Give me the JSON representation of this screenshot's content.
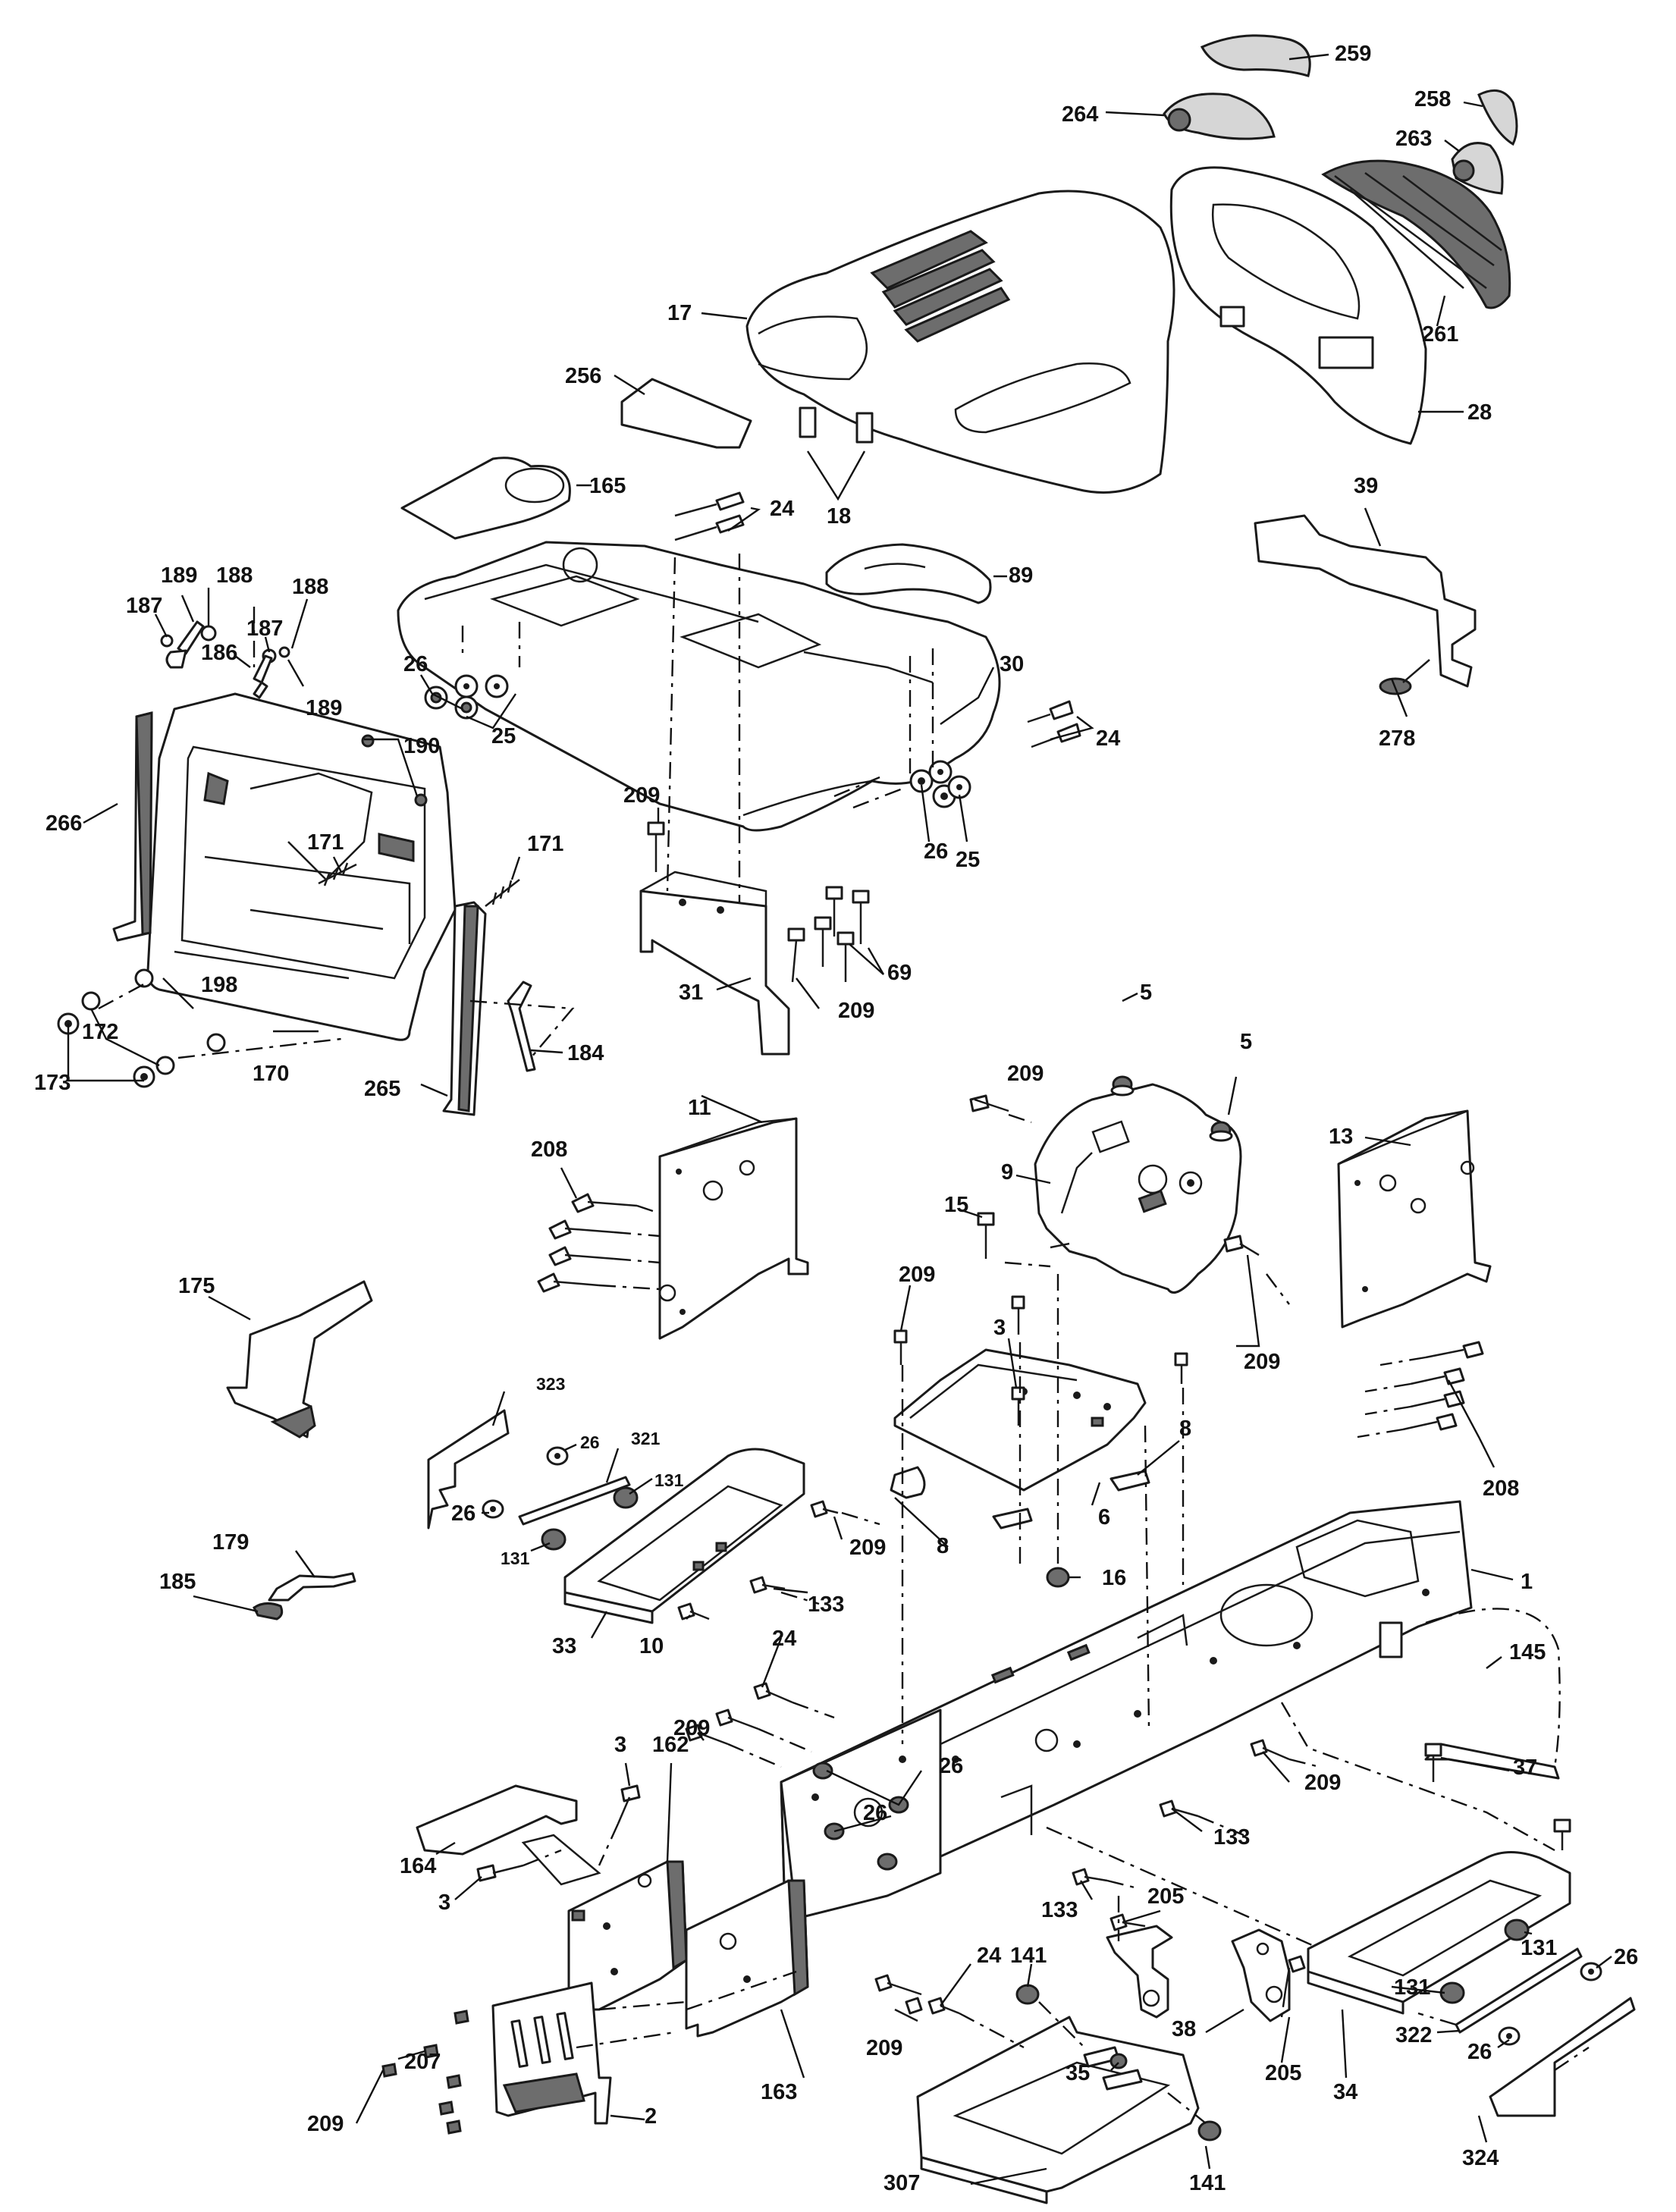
{
  "callouts": {
    "c259": "259",
    "c264": "264",
    "c258": "258",
    "c263": "263",
    "c17": "17",
    "c261": "261",
    "c256": "256",
    "c28": "28",
    "c18": "18",
    "c165": "165",
    "c24a": "24",
    "c39": "39",
    "c89": "89",
    "c189a": "189",
    "c188a": "188",
    "c187a": "187",
    "c188b": "188",
    "c186": "186",
    "c187b": "187",
    "c189b": "189",
    "c26a": "26",
    "c25a": "25",
    "c30": "30",
    "c24b": "24",
    "c278": "278",
    "c190": "190",
    "c266": "266",
    "c171a": "171",
    "c171b": "171",
    "c209a": "209",
    "c26b": "26",
    "c25b": "25",
    "c69": "69",
    "c198": "198",
    "c172": "172",
    "c173": "173",
    "c170": "170",
    "c31": "31",
    "c209b": "209",
    "c265": "265",
    "c184": "184",
    "c5a": "5",
    "c5b": "5",
    "c209c": "209",
    "c11": "11",
    "c208a": "208",
    "c9": "9",
    "c13": "13",
    "c15": "15",
    "c175": "175",
    "c209d": "209",
    "c3a": "3",
    "c209e": "209",
    "c323": "323",
    "c26c": "26",
    "c321": "321",
    "c131a": "131",
    "c26d": "26",
    "c8a": "8",
    "c208b": "208",
    "c131b": "131",
    "c6": "6",
    "c8b": "8",
    "c209f": "209",
    "c179": "179",
    "c185": "185",
    "c16": "16",
    "c1": "1",
    "c133a": "133",
    "c33": "33",
    "c10": "10",
    "c24c": "24",
    "c145": "145",
    "c209g": "209",
    "c37": "37",
    "c3b": "3",
    "c162": "162",
    "c26e": "26",
    "c26f": "26",
    "c209h": "209",
    "c164": "164",
    "c133b": "133",
    "c3c": "3",
    "c133c": "133",
    "c205a": "205",
    "c131c": "131",
    "c24d": "24",
    "c141a": "141",
    "c26g": "26",
    "c131d": "131",
    "c38": "38",
    "c205b": "205",
    "c322": "322",
    "c26h": "26",
    "c207": "207",
    "c209i": "209",
    "c209j": "209",
    "c35": "35",
    "c34": "34",
    "c2": "2",
    "c163": "163",
    "c307": "307",
    "c141b": "141",
    "c324": "324"
  }
}
